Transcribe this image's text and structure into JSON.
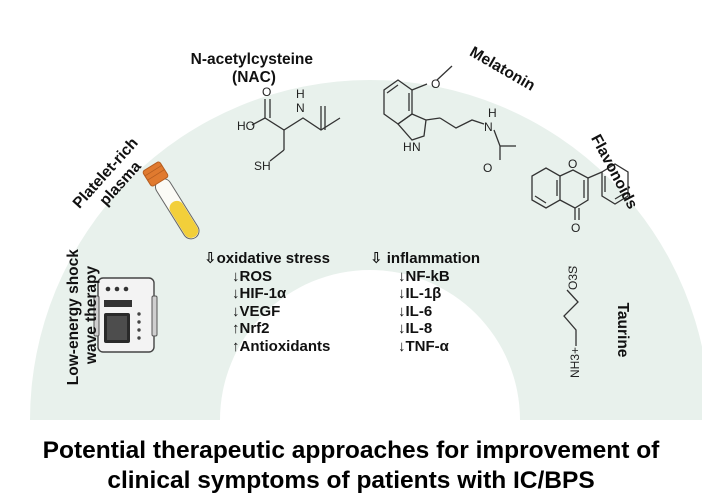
{
  "colors": {
    "arc": "#e8f1ec",
    "inner": "#ffffff",
    "text": "#111111"
  },
  "approaches": {
    "shockwave": [
      "Low-energy shock",
      "wave therapy"
    ],
    "prp": [
      "Platelet-rich",
      "plasma"
    ],
    "nac": [
      "N-acetylcysteine",
      "(NAC)"
    ],
    "melatonin": "Melatonin",
    "flavonoids": "Flavonoids",
    "taurine": "Taurine"
  },
  "chem": {
    "nac": {
      "ho": "HO",
      "o": "O",
      "nh": "H",
      "n": "N",
      "sh": "SH"
    },
    "melatonin": {
      "o1": "O",
      "n1": "N",
      "h1": "H",
      "n2": "N",
      "h2": "H",
      "o2": "O"
    },
    "flavonoids": {
      "o1": "O",
      "o2": "O"
    },
    "taurine": {
      "charge": "-",
      "o3s": "O3S",
      "nh3": "NH3+"
    }
  },
  "effects": {
    "oxidative": [
      "⇩oxidative stress",
      "↓ROS",
      "↓HIF-1α",
      "↓VEGF",
      "↑Nrf2",
      "↑Antioxidants"
    ],
    "inflammation": [
      "⇩ inflammation",
      "↓NF-kB",
      "↓IL-1β",
      "↓IL-6",
      "↓IL-8",
      "↓TNF-α"
    ]
  },
  "caption": [
    "Potential therapeutic approaches for improvement of",
    "clinical symptoms of patients with IC/BPS"
  ]
}
